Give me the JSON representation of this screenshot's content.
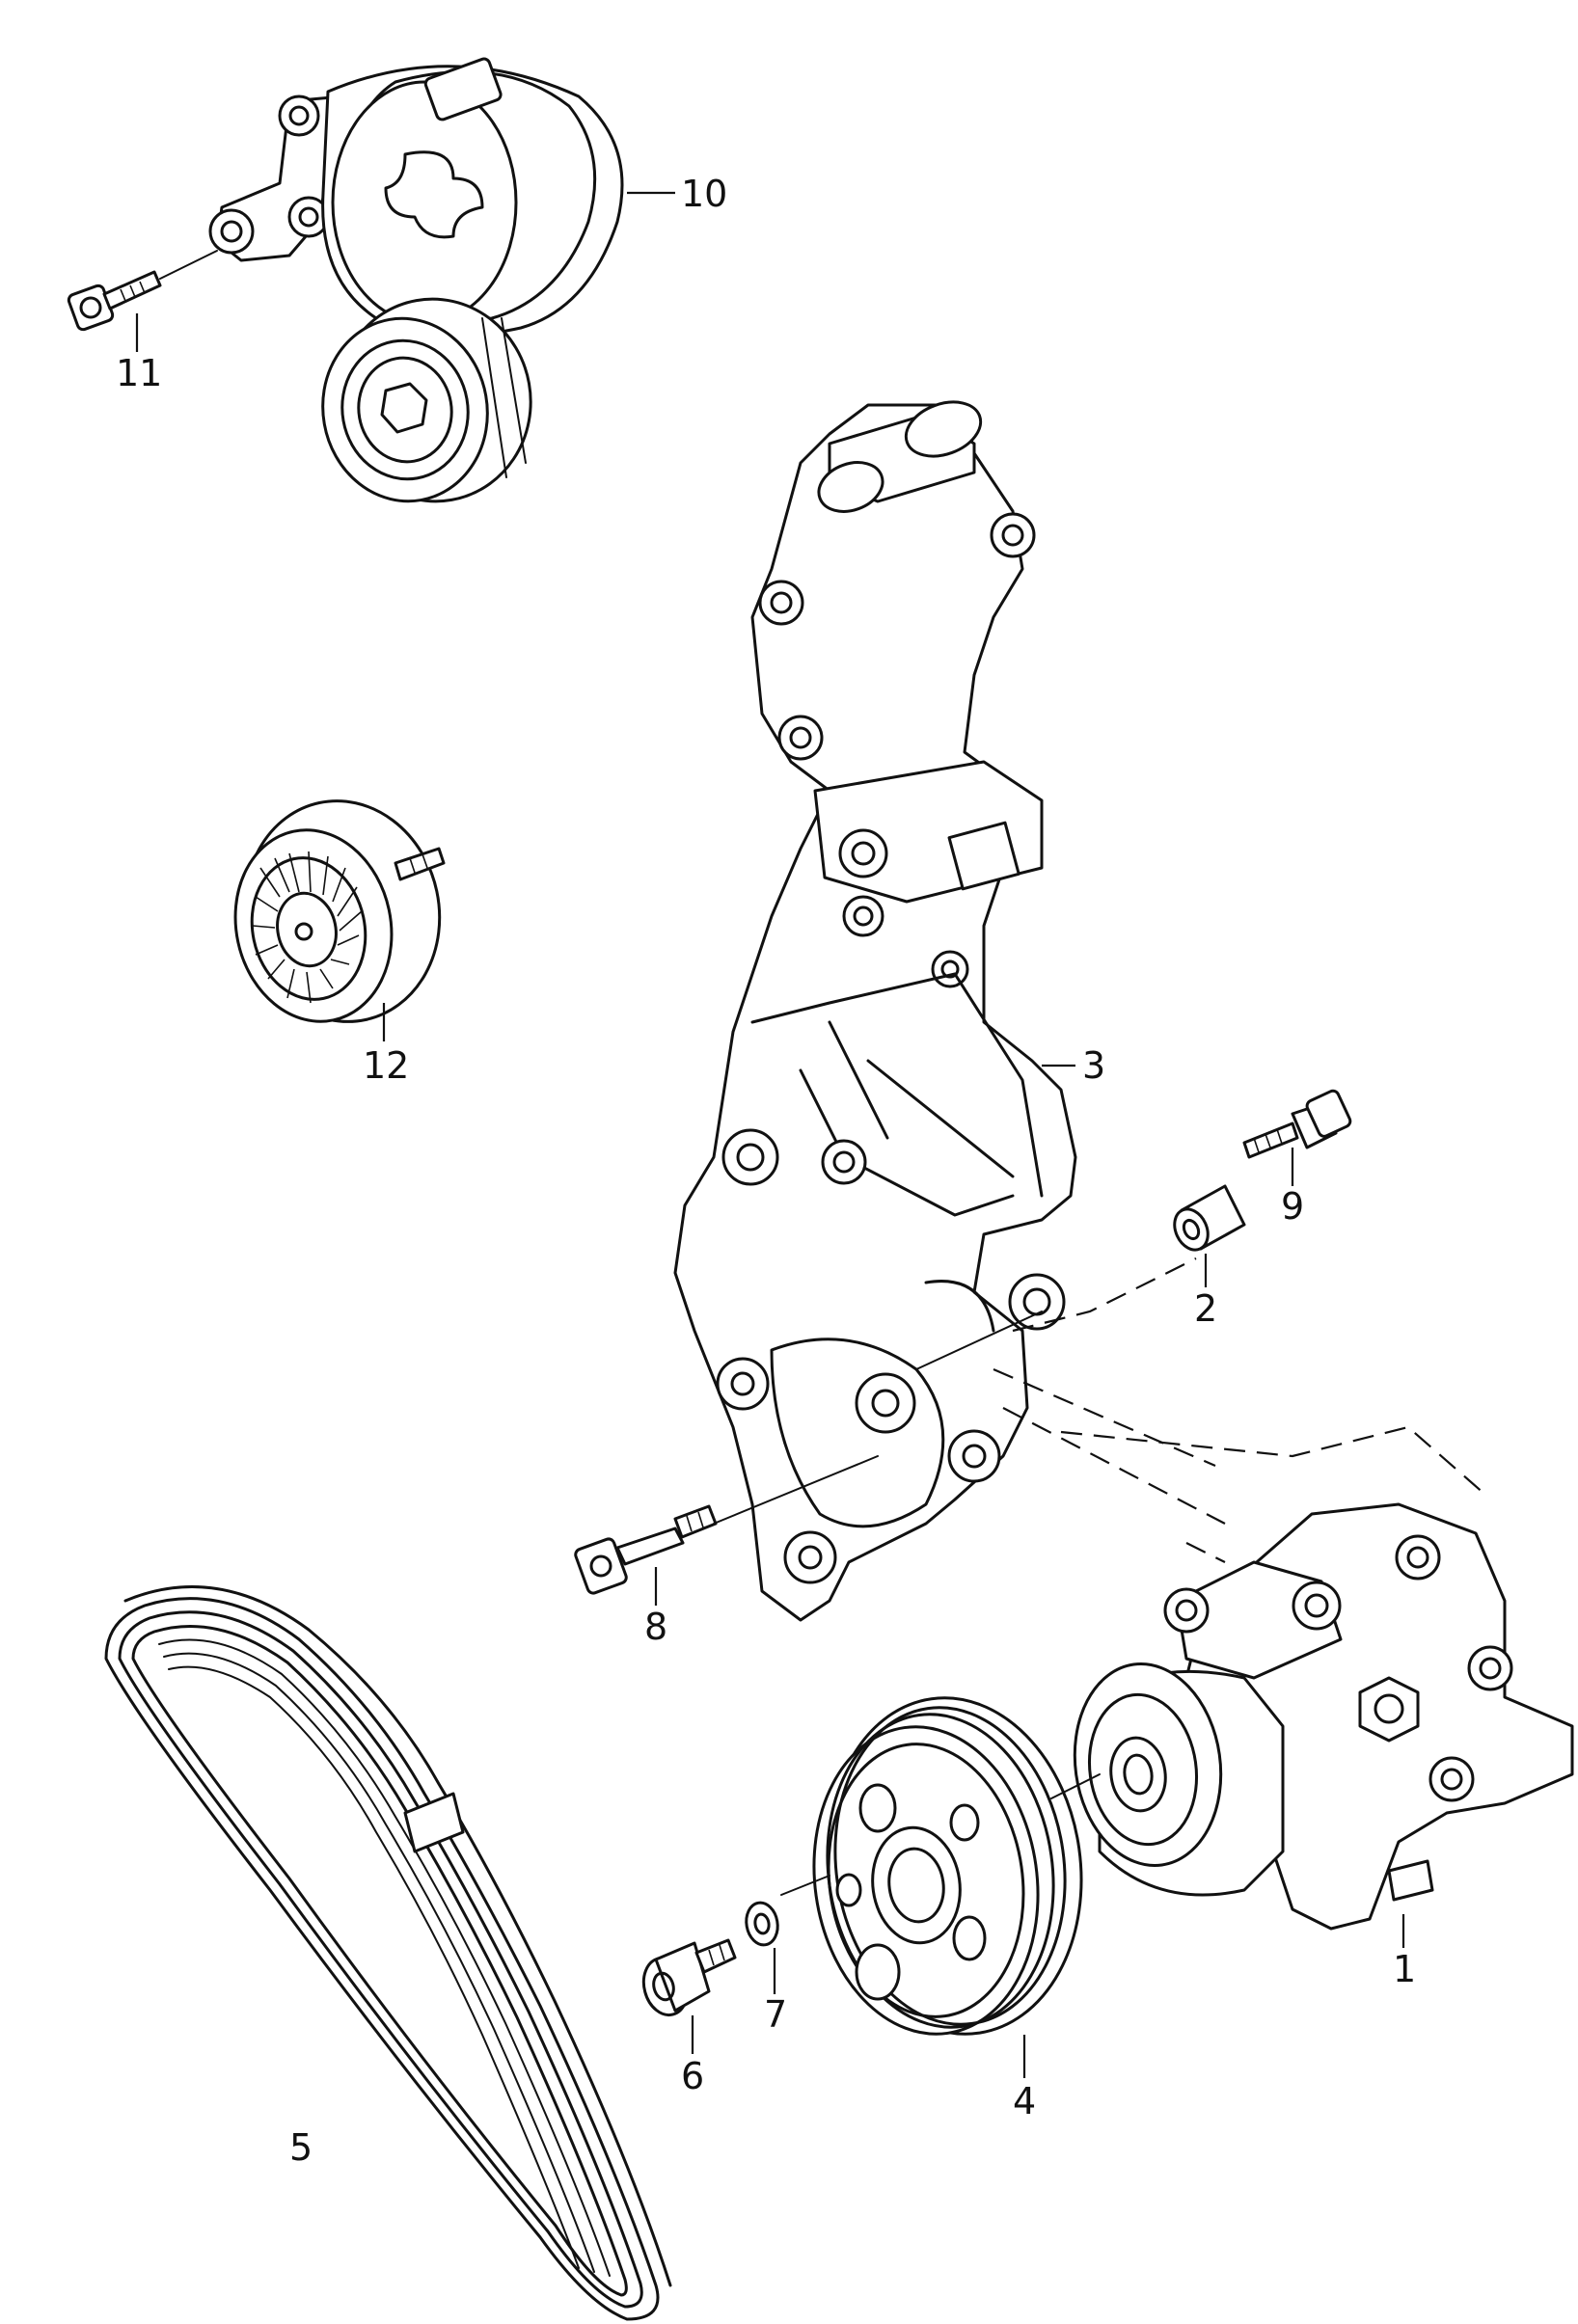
{
  "diagram": {
    "type": "exploded-parts-diagram",
    "callouts": [
      {
        "id": "1",
        "label": "1"
      },
      {
        "id": "2",
        "label": "2"
      },
      {
        "id": "3",
        "label": "3"
      },
      {
        "id": "4",
        "label": "4"
      },
      {
        "id": "5",
        "label": "5"
      },
      {
        "id": "6",
        "label": "6"
      },
      {
        "id": "7",
        "label": "7"
      },
      {
        "id": "8",
        "label": "8"
      },
      {
        "id": "9",
        "label": "9"
      },
      {
        "id": "10",
        "label": "10"
      },
      {
        "id": "11",
        "label": "11"
      },
      {
        "id": "12",
        "label": "12"
      }
    ]
  }
}
